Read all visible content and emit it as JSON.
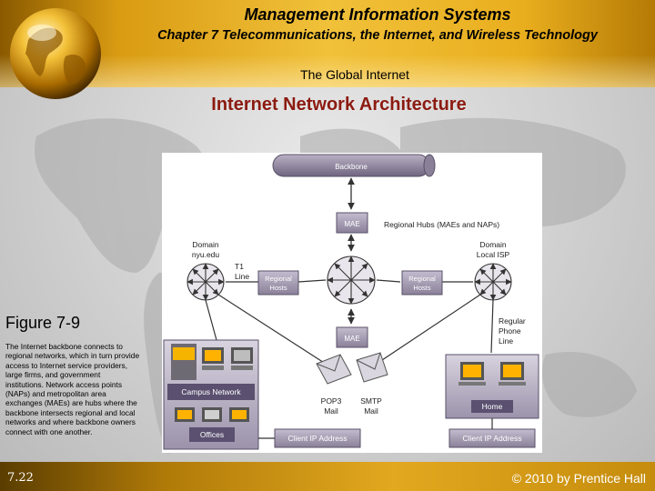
{
  "slide": {
    "title": "Management Information Systems",
    "subtitle": "Chapter 7 Telecommunications, the Internet, and Wireless Technology",
    "section": "The Global Internet",
    "heading": "Internet Network Architecture",
    "figure_label": "Figure 7-9",
    "caption": "The Internet backbone connects to regional networks, which in turn provide access to Internet service providers, large firms, and government institutions. Network access points (NAPs) and metropolitan area exchanges (MAEs) are hubs where the backbone intersects regional and local networks and where backbone owners connect with one another.",
    "page_number": "7.22",
    "copyright": "© 2010 by Prentice Hall"
  },
  "diagram": {
    "backbone": "Backbone",
    "mae_top": "MAE",
    "mae_bottom": "MAE",
    "regional_hubs": "Regional Hubs (MAEs and NAPs)",
    "domain_left_line1": "Domain",
    "domain_left_line2": "nyu.edu",
    "domain_right_line1": "Domain",
    "domain_right_line2": "Local ISP",
    "t1_line1": "T1",
    "t1_line2": "Line",
    "regional_hosts_left_1": "Regional",
    "regional_hosts_left_2": "Hosts",
    "regional_hosts_right_1": "Regional",
    "regional_hosts_right_2": "Hosts",
    "regular_phone_1": "Regular",
    "regular_phone_2": "Phone",
    "regular_phone_3": "Line",
    "campus_network": "Campus Network",
    "offices": "Offices",
    "pop3_1": "POP3",
    "pop3_2": "Mail",
    "smtp_1": "SMTP",
    "smtp_2": "Mail",
    "home": "Home",
    "client_ip_left": "Client IP Address",
    "client_ip_right": "Client IP Address"
  }
}
